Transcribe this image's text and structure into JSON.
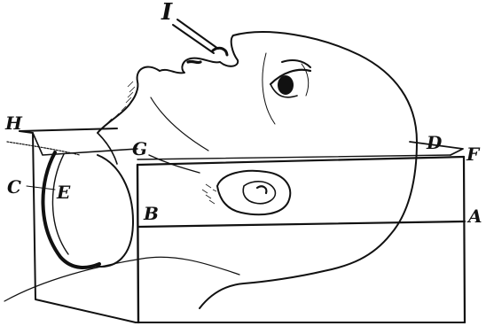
{
  "figure": {
    "colors": {
      "ink": "#111111",
      "paper": "#ffffff"
    },
    "labels": {
      "I": "I",
      "H": "H",
      "G": "G",
      "D": "D",
      "F": "F",
      "C": "C",
      "E": "E",
      "B": "B",
      "A": "A"
    }
  }
}
